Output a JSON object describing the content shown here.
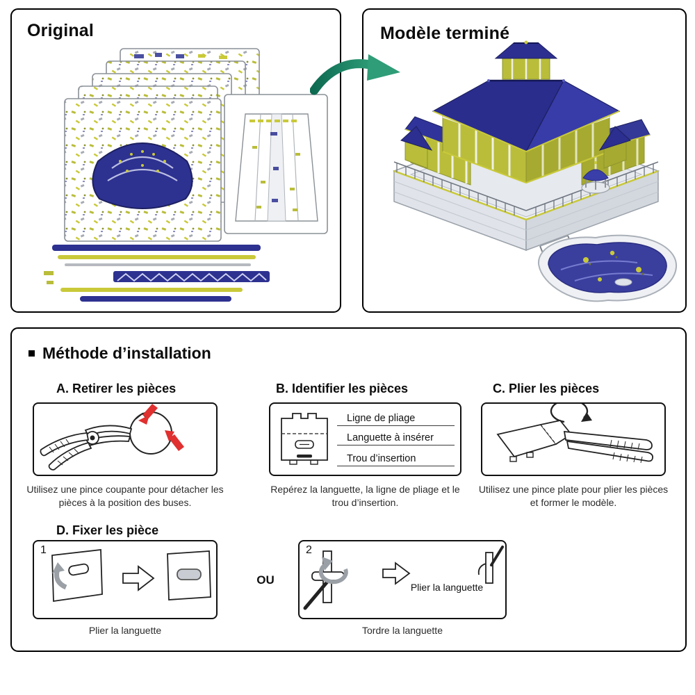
{
  "panels": {
    "original": {
      "title": "Original"
    },
    "finished": {
      "title": "Modèle terminé"
    }
  },
  "method": {
    "title": "Méthode d’installation",
    "step_a": {
      "heading": "A. Retirer les pièces",
      "caption": "Utilisez une pince coupante pour détacher les pièces à la position des buses."
    },
    "step_b": {
      "heading": "B. Identifier les pièces",
      "labels": [
        "Ligne de pliage",
        "Languette à insérer",
        "Trou d’insertion"
      ],
      "caption": "Repérez la languette, la ligne de pliage et le trou d’insertion."
    },
    "step_c": {
      "heading": "C. Plier les pièces",
      "caption": "Utilisez une pince plate pour plier les pièces et former le modèle."
    },
    "step_d": {
      "heading": "D. Fixer les pièce",
      "box1": {
        "number": "1",
        "caption": "Plier la languette"
      },
      "or": "OU",
      "box2": {
        "number": "2",
        "inner_label": "Plier la languette",
        "caption": "Tordre la languette"
      }
    }
  },
  "icons": {
    "transform_arrow": "curved-green-arrow",
    "cut_markers": "red-arrows",
    "fold_direction": "gray-curl-arrow",
    "result_arrow": "hollow-right-arrow"
  },
  "colors": {
    "accent_green": "#2f9d77",
    "accent_red": "#e03030",
    "metal_blue": "#2d3190",
    "metal_gold": "#c9c93a",
    "silver": "#dfe2e8"
  }
}
